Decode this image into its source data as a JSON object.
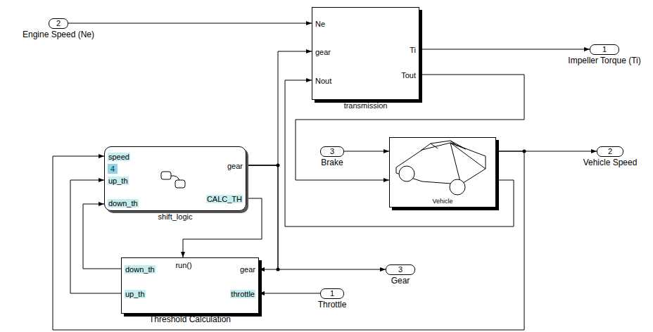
{
  "diagram": {
    "nodes": [
      {
        "text": [
          "2",
          "Engine Speed (Ne)"
        ]
      },
      {
        "text": [
          "Ne",
          "gear",
          "Nout",
          "Ti",
          "Tout",
          "transmission"
        ]
      },
      {
        "text": [
          "1",
          "Impeller Torque (Ti)"
        ]
      },
      {
        "text": [
          "3",
          "Brake"
        ]
      },
      {
        "text": [
          "Vehicle"
        ]
      },
      {
        "text": [
          "2",
          "Vehicle Speed"
        ]
      },
      {
        "text": [
          "speed",
          "4",
          "up_th",
          "down_th",
          "gear",
          "CALC_TH",
          "shift_logic"
        ]
      },
      {
        "text": [
          "down_th",
          "run()",
          "gear",
          "up_th",
          "throttle",
          "Threshold Calculation"
        ]
      },
      {
        "text": [
          "3",
          "Gear"
        ]
      },
      {
        "text": [
          "1",
          "Throttle"
        ]
      }
    ],
    "edges": [
      {
        "from": 0,
        "to": 1,
        "arrow": "to"
      },
      {
        "from": 1,
        "to": 2,
        "arrow": "to"
      },
      {
        "from": 1,
        "to": 4,
        "arrow": "to"
      },
      {
        "from": 3,
        "to": 4,
        "arrow": "to"
      },
      {
        "from": 4,
        "to": 5,
        "arrow": "to"
      },
      {
        "from": 4,
        "to": 1,
        "arrow": "to"
      },
      {
        "from": 4,
        "to": 6,
        "arrow": "to"
      },
      {
        "from": 6,
        "to": 1,
        "arrow": "to"
      },
      {
        "from": 6,
        "to": 8,
        "arrow": "to"
      },
      {
        "from": 6,
        "to": 7,
        "arrow": "to"
      },
      {
        "from": 6,
        "to": 7,
        "arrow": "to"
      },
      {
        "from": 7,
        "to": 6,
        "arrow": "to"
      },
      {
        "from": 7,
        "to": 6,
        "arrow": "to"
      },
      {
        "from": 9,
        "to": 7,
        "arrow": "to"
      }
    ]
  }
}
